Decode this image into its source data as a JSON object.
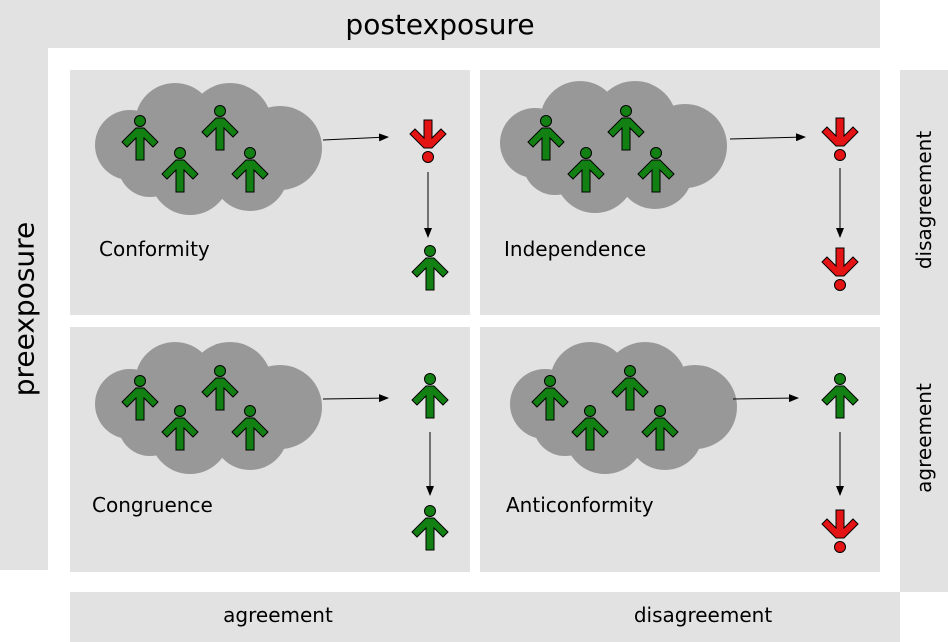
{
  "axes": {
    "top": "postexposure",
    "left": "preexposure",
    "right_top": "disagreement",
    "right_bottom": "agreement",
    "bottom_left": "agreement",
    "bottom_right": "disagreement"
  },
  "panels": {
    "conformity": "Conformity",
    "independence": "Independence",
    "congruence": "Congruence",
    "anticonformity": "Anticonformity"
  },
  "colors": {
    "band": "#e2e2e2",
    "cloud": "#989898",
    "agree_person": "#138013",
    "disagree_person": "#e41414"
  }
}
